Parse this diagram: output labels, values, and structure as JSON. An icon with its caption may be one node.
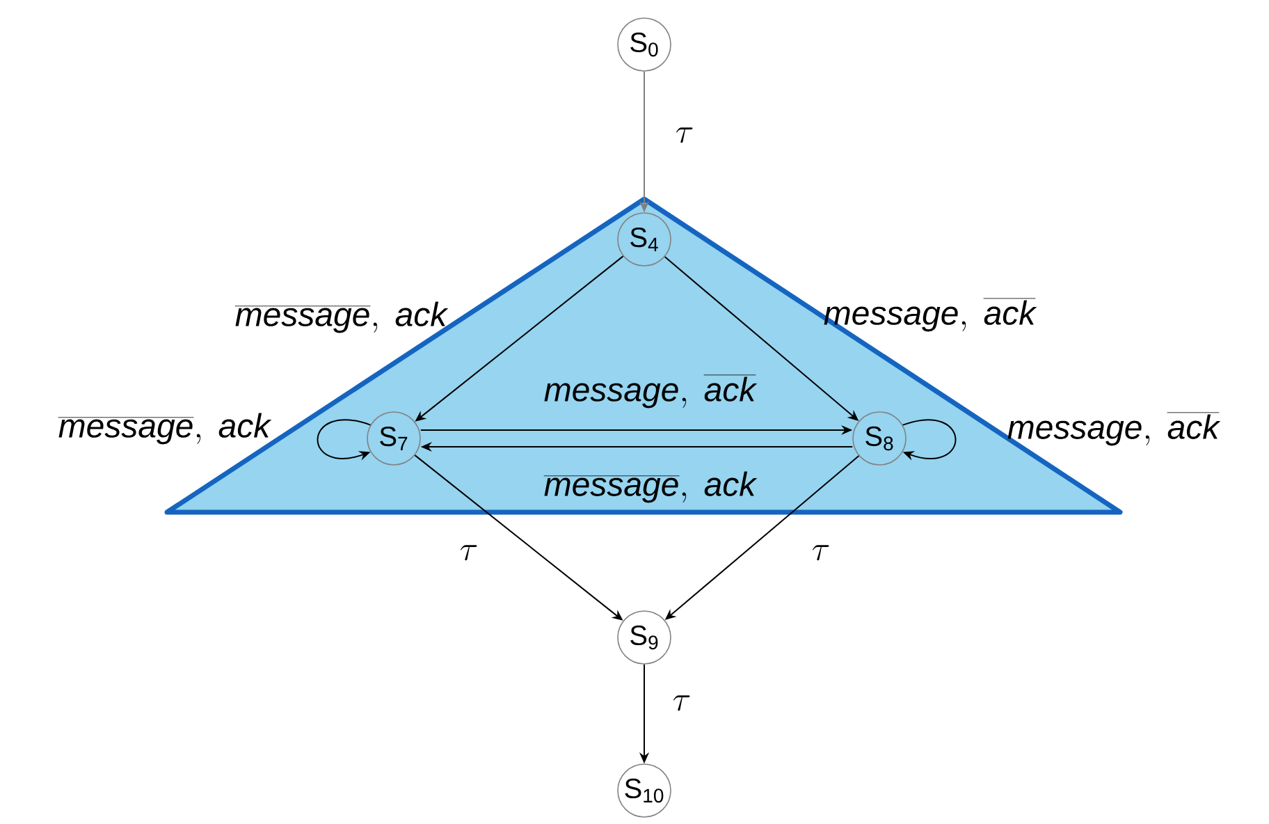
{
  "diagram": {
    "nodes": [
      {
        "text": [
          "S$_{0}$"
        ]
      },
      {
        "text": [
          "S$_{4}$"
        ]
      },
      {
        "text": [
          "S$_{7}$"
        ]
      },
      {
        "text": [
          "S$_{8}$"
        ]
      },
      {
        "text": [
          "S$_{9}$"
        ]
      },
      {
        "text": [
          "S$_{10}$"
        ]
      }
    ],
    "edges": [
      {
        "from": 0,
        "to": 1,
        "arrow": "to",
        "label": "\\tau",
        "color": "#808080"
      },
      {
        "from": 1,
        "to": 2,
        "arrow": "to",
        "label": "\\overline{\\mathit{message}},\\ \\mathit{ack}"
      },
      {
        "from": 1,
        "to": 3,
        "arrow": "to",
        "label": "\\mathit{message},\\ \\overline{\\mathit{ack}}"
      },
      {
        "from": 2,
        "to": 2,
        "arrow": "to",
        "label": "\\overline{\\mathit{message}},\\ \\mathit{ack}"
      },
      {
        "from": 2,
        "to": 3,
        "arrow": "to",
        "label": "\\mathit{message},\\ \\overline{\\mathit{ack}}"
      },
      {
        "from": 3,
        "to": 2,
        "arrow": "to",
        "label": "\\overline{\\mathit{message}},\\ \\mathit{ack}"
      },
      {
        "from": 3,
        "to": 3,
        "arrow": "to",
        "label": "\\mathit{message},\\ \\overline{\\mathit{ack}}"
      },
      {
        "from": 2,
        "to": 4,
        "arrow": "to",
        "label": "\\tau"
      },
      {
        "from": 3,
        "to": 4,
        "arrow": "to",
        "label": "\\tau"
      },
      {
        "from": 4,
        "to": 5,
        "arrow": "to",
        "label": "\\tau"
      }
    ]
  }
}
